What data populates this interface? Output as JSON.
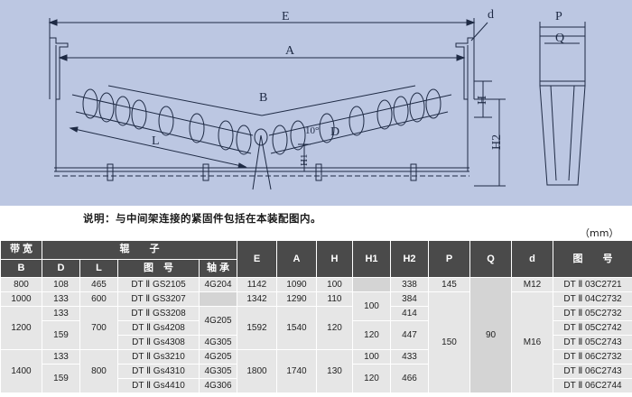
{
  "drawing": {
    "labels": {
      "E": "E",
      "A": "A",
      "B": "B",
      "L": "L",
      "D": "D",
      "d": "d",
      "P": "P",
      "Q": "Q",
      "H": "H",
      "H1": "H1",
      "H2": "H2",
      "angle": "10°"
    }
  },
  "note": "说明：与中间架连接的紧固件包括在本装配图内。",
  "unit": "（mm）",
  "table": {
    "headers": {
      "belt_width": "带 宽",
      "belt_width_sym": "B",
      "roller_group": "辊　　子",
      "D": "D",
      "L": "L",
      "drawing_no": "图　号",
      "bearing": "轴 承",
      "E": "E",
      "A": "A",
      "H": "H",
      "H1": "H1",
      "H2": "H2",
      "P": "P",
      "Q": "Q",
      "d": "d",
      "frame_drawing_no": "图　　号"
    },
    "cells": {
      "b800": "800",
      "b1000": "1000",
      "b1200": "1200",
      "b1400": "1400",
      "d108": "108",
      "d133a": "133",
      "d133b": "133",
      "d159a": "159",
      "d133c": "133",
      "d159b": "159",
      "l465": "465",
      "l600": "600",
      "l700": "700",
      "l800": "800",
      "r1": "DT Ⅱ GS2105",
      "r2": "DT Ⅱ GS3207",
      "r3": "DT Ⅱ GS3208",
      "r4": "DT Ⅱ Gs4208",
      "r5": "DT Ⅱ Gs4308",
      "r6": "DT Ⅱ Gs3210",
      "r7": "DT Ⅱ Gs4310",
      "r8": "DT Ⅱ Gs4410",
      "bear1": "4G204",
      "bear2": "4G205",
      "bear3": "4G305",
      "bear4": "4G205",
      "bear5": "4G305",
      "bear6": "4G306",
      "e1": "1142",
      "e2": "1342",
      "e3": "1592",
      "e4": "1800",
      "a1": "1090",
      "a2": "1290",
      "a3": "1540",
      "a4": "1740",
      "h1": "100",
      "h2": "110",
      "h3": "120",
      "h4": "130",
      "hh1a": "100",
      "hh1b": "120",
      "hh1c": "100",
      "hh1d": "120",
      "h2a": "338",
      "h2b": "384",
      "h2c": "414",
      "h2d": "447",
      "h2e": "433",
      "h2f": "466",
      "p1": "145",
      "p2": "150",
      "q1": "90",
      "dd1": "M12",
      "dd2": "M16",
      "f1": "DT Ⅱ 03C2721",
      "f2": "DT Ⅱ 04C2732",
      "f3": "DT Ⅱ 05C2732",
      "f4": "DT Ⅱ 05C2742",
      "f5": "DT Ⅱ 05C2743",
      "f6": "DT Ⅱ 06C2732",
      "f7": "DT Ⅱ 06C2743",
      "f8": "DT Ⅱ 06C2744"
    }
  }
}
